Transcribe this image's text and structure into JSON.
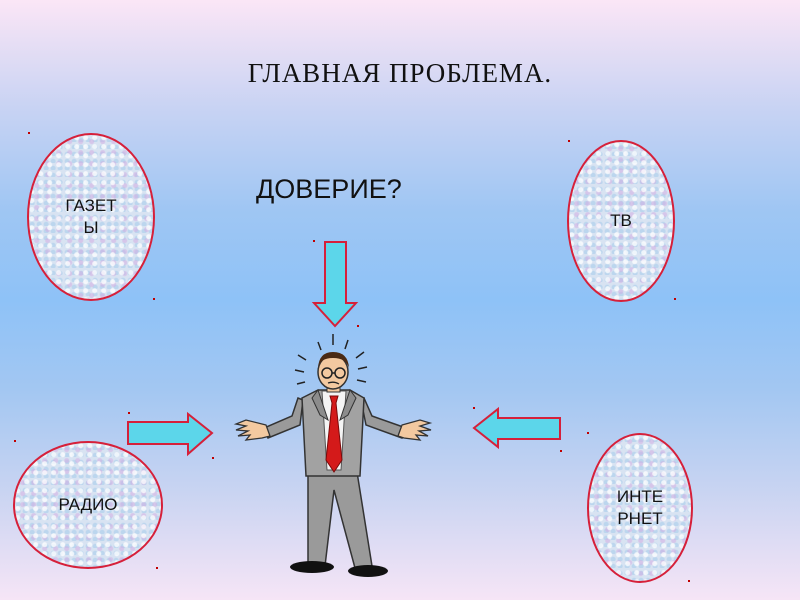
{
  "title": "ГЛАВНАЯ ПРОБЛЕМА.",
  "question": "ДОВЕРИЕ?",
  "sources": {
    "newspapers": "ГАЗЕТ\nЫ",
    "tv": "ТВ",
    "radio": "РАДИО",
    "internet": "ИНТЕ\nРНЕТ"
  },
  "colors": {
    "bubble_border": "#d6203a",
    "arrow_fill": "#5cd6ea",
    "arrow_stroke": "#d6203a",
    "tie": "#d41a1a",
    "suit": "#9a9a9a"
  }
}
